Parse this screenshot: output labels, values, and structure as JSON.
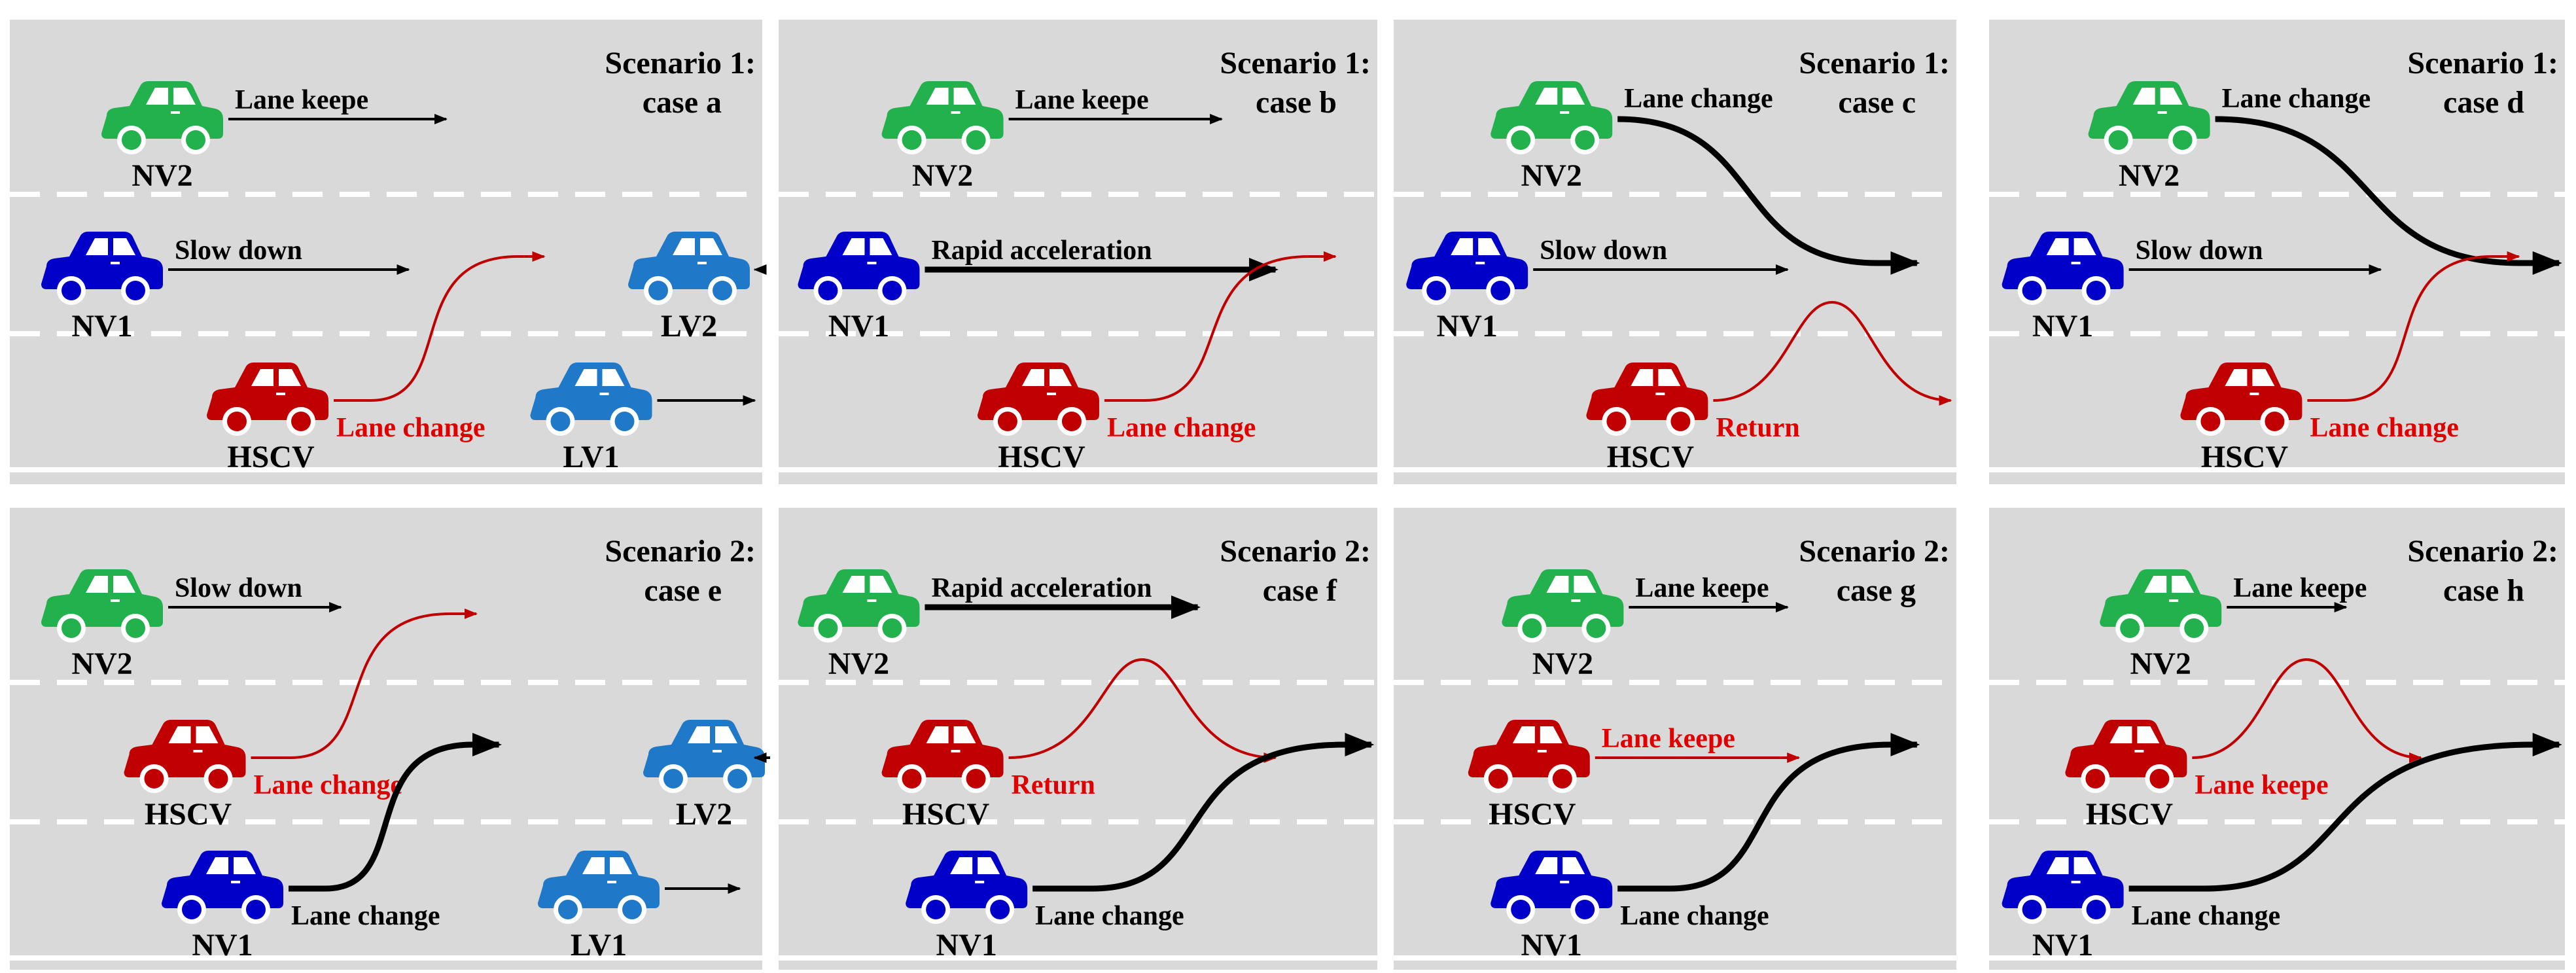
{
  "colors": {
    "road": "#d9d9d9",
    "lane_line": "#ffffff",
    "hscv": "#c00000",
    "nv": "#0000c8",
    "nv2": "#22b14c",
    "lv": "#1f78c8",
    "arrow_black": "#000000",
    "arrow_red": "#c00000",
    "text_black": "#000000",
    "text_red": "#e00000"
  },
  "panels": [
    {
      "title_line1": "Scenario 1:",
      "title_line2": "case a",
      "cars": [
        {
          "id": "nv2",
          "type": "nv2",
          "label": "NV2",
          "lane": 0,
          "pos": 0.12
        },
        {
          "id": "nv1",
          "type": "nv",
          "label": "NV1",
          "lane": 1,
          "pos": 0.04
        },
        {
          "id": "lv2",
          "type": "lv",
          "label": "LV2",
          "lane": 1,
          "pos": 0.82
        },
        {
          "id": "hscv",
          "type": "hscv",
          "label": "HSCV",
          "lane": 2,
          "pos": 0.26
        },
        {
          "id": "lv1",
          "type": "lv",
          "label": "LV1",
          "lane": 2,
          "pos": 0.69
        }
      ],
      "actions": [
        {
          "car": "nv2",
          "text": "Lane keepe",
          "color": "black",
          "kind": "straight",
          "to": 0.58,
          "thick": 1
        },
        {
          "car": "nv1",
          "text": "Slow down",
          "color": "black",
          "kind": "straight",
          "to": 0.53,
          "thick": 1
        },
        {
          "car": "hscv",
          "text": "Lane change",
          "color": "red",
          "kind": "up",
          "to": 0.71,
          "thick": 1
        },
        {
          "car": "lv2",
          "text": "",
          "color": "black",
          "kind": "straight",
          "to": 0.99,
          "thick": 1
        },
        {
          "car": "lv1",
          "text": "",
          "color": "black",
          "kind": "straight",
          "to": 0.99,
          "thick": 1
        }
      ]
    },
    {
      "title_line1": "Scenario 1:",
      "title_line2": "case b",
      "cars": [
        {
          "id": "nv2",
          "type": "nv2",
          "label": "NV2",
          "lane": 0,
          "pos": 0.17
        },
        {
          "id": "nv1",
          "type": "nv",
          "label": "NV1",
          "lane": 1,
          "pos": 0.03
        },
        {
          "id": "hscv",
          "type": "hscv",
          "label": "HSCV",
          "lane": 2,
          "pos": 0.33
        }
      ],
      "actions": [
        {
          "car": "nv2",
          "text": "Lane keepe",
          "color": "black",
          "kind": "straight",
          "to": 0.74,
          "thick": 1
        },
        {
          "car": "nv1",
          "text": "Rapid acceleration",
          "color": "black",
          "kind": "straight",
          "to": 0.83,
          "thick": 2
        },
        {
          "car": "hscv",
          "text": "Lane change",
          "color": "red",
          "kind": "up",
          "to": 0.93,
          "thick": 1
        }
      ]
    },
    {
      "title_line1": "Scenario 1:",
      "title_line2": "case c",
      "cars": [
        {
          "id": "nv2",
          "type": "nv2",
          "label": "NV2",
          "lane": 0,
          "pos": 0.17
        },
        {
          "id": "nv1",
          "type": "nv",
          "label": "NV1",
          "lane": 1,
          "pos": 0.02
        },
        {
          "id": "hscv",
          "type": "hscv",
          "label": "HSCV",
          "lane": 2,
          "pos": 0.34
        }
      ],
      "actions": [
        {
          "car": "nv2",
          "text": "Lane change",
          "color": "black",
          "kind": "down",
          "to": 0.93,
          "thick": 2
        },
        {
          "car": "nv1",
          "text": "Slow down",
          "color": "black",
          "kind": "straight",
          "to": 0.7,
          "thick": 1
        },
        {
          "car": "hscv",
          "text": "Return",
          "color": "red",
          "kind": "bump",
          "to": 0.99,
          "thick": 1
        }
      ]
    },
    {
      "title_line1": "Scenario 1:",
      "title_line2": "case d",
      "cars": [
        {
          "id": "nv2",
          "type": "nv2",
          "label": "NV2",
          "lane": 0,
          "pos": 0.17
        },
        {
          "id": "nv1",
          "type": "nv",
          "label": "NV1",
          "lane": 1,
          "pos": 0.02
        },
        {
          "id": "hscv",
          "type": "hscv",
          "label": "HSCV",
          "lane": 2,
          "pos": 0.33
        }
      ],
      "actions": [
        {
          "car": "nv2",
          "text": "Lane change",
          "color": "black",
          "kind": "down",
          "to": 0.99,
          "thick": 2
        },
        {
          "car": "nv1",
          "text": "Slow down",
          "color": "black",
          "kind": "straight",
          "to": 0.68,
          "thick": 1
        },
        {
          "car": "hscv",
          "text": "Lane change",
          "color": "red",
          "kind": "up",
          "to": 0.92,
          "thick": 1
        }
      ]
    },
    {
      "title_line1": "Scenario 2:",
      "title_line2": "case e",
      "cars": [
        {
          "id": "nv2",
          "type": "nv2",
          "label": "NV2",
          "lane": 0,
          "pos": 0.04
        },
        {
          "id": "hscv",
          "type": "hscv",
          "label": "HSCV",
          "lane": 1,
          "pos": 0.15
        },
        {
          "id": "lv2",
          "type": "lv",
          "label": "LV2",
          "lane": 1,
          "pos": 0.84
        },
        {
          "id": "nv1",
          "type": "nv",
          "label": "NV1",
          "lane": 2,
          "pos": 0.2
        },
        {
          "id": "lv1",
          "type": "lv",
          "label": "LV1",
          "lane": 2,
          "pos": 0.7
        }
      ],
      "actions": [
        {
          "car": "nv2",
          "text": "Slow down",
          "color": "black",
          "kind": "straight",
          "to": 0.44,
          "thick": 1
        },
        {
          "car": "hscv",
          "text": "Lane change",
          "color": "red",
          "kind": "up",
          "to": 0.62,
          "thick": 1
        },
        {
          "car": "nv1",
          "text": "Lane change",
          "color": "black",
          "kind": "up",
          "to": 0.65,
          "thick": 2
        },
        {
          "car": "lv2",
          "text": "",
          "color": "black",
          "kind": "straight",
          "to": 0.99,
          "thick": 1
        },
        {
          "car": "lv1",
          "text": "",
          "color": "black",
          "kind": "straight",
          "to": 0.97,
          "thick": 1
        }
      ]
    },
    {
      "title_line1": "Scenario 2:",
      "title_line2": "case f",
      "cars": [
        {
          "id": "nv2",
          "type": "nv2",
          "label": "NV2",
          "lane": 0,
          "pos": 0.03
        },
        {
          "id": "hscv",
          "type": "hscv",
          "label": "HSCV",
          "lane": 1,
          "pos": 0.17
        },
        {
          "id": "nv1",
          "type": "nv",
          "label": "NV1",
          "lane": 2,
          "pos": 0.21
        }
      ],
      "actions": [
        {
          "car": "nv2",
          "text": "Rapid acceleration",
          "color": "black",
          "kind": "straight",
          "to": 0.7,
          "thick": 2
        },
        {
          "car": "hscv",
          "text": "Return",
          "color": "red",
          "kind": "bump",
          "to": 0.83,
          "thick": 1
        },
        {
          "car": "nv1",
          "text": "Lane change",
          "color": "black",
          "kind": "up",
          "to": 0.99,
          "thick": 2
        }
      ]
    },
    {
      "title_line1": "Scenario 2:",
      "title_line2": "case g",
      "cars": [
        {
          "id": "nv2",
          "type": "nv2",
          "label": "NV2",
          "lane": 0,
          "pos": 0.19
        },
        {
          "id": "hscv",
          "type": "hscv",
          "label": "HSCV",
          "lane": 1,
          "pos": 0.13
        },
        {
          "id": "nv1",
          "type": "nv",
          "label": "NV1",
          "lane": 2,
          "pos": 0.17
        }
      ],
      "actions": [
        {
          "car": "nv2",
          "text": "Lane keepe",
          "color": "black",
          "kind": "straight",
          "to": 0.7,
          "thick": 1
        },
        {
          "car": "hscv",
          "text": "Lane keepe",
          "color": "red",
          "kind": "straight",
          "to": 0.72,
          "thick": 1
        },
        {
          "car": "nv1",
          "text": "Lane change",
          "color": "black",
          "kind": "up",
          "to": 0.93,
          "thick": 2
        }
      ]
    },
    {
      "title_line1": "Scenario 2:",
      "title_line2": "case h",
      "cars": [
        {
          "id": "nv2",
          "type": "nv2",
          "label": "NV2",
          "lane": 0,
          "pos": 0.19
        },
        {
          "id": "hscv",
          "type": "hscv",
          "label": "HSCV",
          "lane": 1,
          "pos": 0.13
        },
        {
          "id": "nv1",
          "type": "nv",
          "label": "NV1",
          "lane": 2,
          "pos": 0.02
        }
      ],
      "actions": [
        {
          "car": "nv2",
          "text": "Lane keepe",
          "color": "black",
          "kind": "straight",
          "to": 0.62,
          "thick": 1
        },
        {
          "car": "hscv",
          "text": "Lane keepe",
          "color": "red",
          "kind": "bump",
          "to": 0.75,
          "thick": 1
        },
        {
          "car": "nv1",
          "text": "Lane change",
          "color": "black",
          "kind": "up",
          "to": 0.99,
          "thick": 2
        }
      ]
    }
  ]
}
